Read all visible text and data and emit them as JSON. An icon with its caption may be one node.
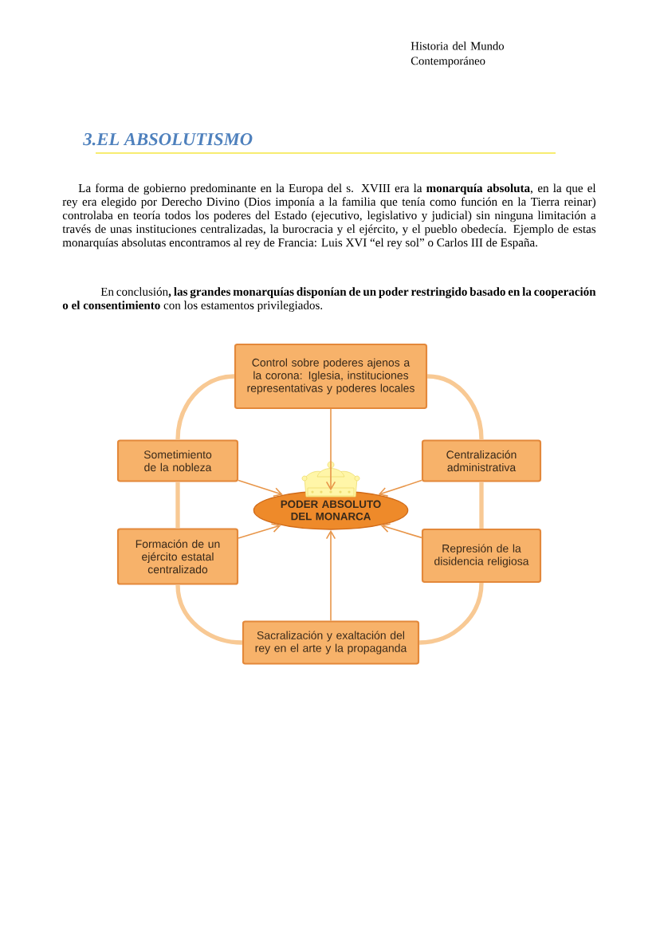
{
  "diagram": {
    "title": "3.EL ABSOLUTISMO",
    "nodes": [
      {
        "text": [
          "Control sobre poderes ajenos a la corona: Iglesia, instituciones representativas y poderes locales"
        ]
      },
      {
        "text": [
          "Sometimiento de la nobleza"
        ]
      },
      {
        "text": [
          "Centralización administrativa"
        ]
      },
      {
        "text": [
          "PODER ABSOLUTO DEL MONARCA"
        ]
      },
      {
        "text": [
          "Formación de un ejército estatal centralizado"
        ]
      },
      {
        "text": [
          "Represión de la disidencia religiosa"
        ]
      },
      {
        "text": [
          "Sacralización y exaltación del rey en el arte y la propaganda"
        ]
      }
    ],
    "edges": [
      {
        "from": 0,
        "to": 3,
        "arrow": "to"
      },
      {
        "from": 1,
        "to": 3,
        "arrow": "to"
      },
      {
        "from": 2,
        "to": 3,
        "arrow": "to"
      },
      {
        "from": 4,
        "to": 3,
        "arrow": "to"
      },
      {
        "from": 5,
        "to": 3,
        "arrow": "to"
      },
      {
        "from": 6,
        "to": 3,
        "arrow": "to"
      },
      {
        "from": 0,
        "to": 1,
        "arrow": "none",
        "style": "thick",
        "color": "#f8c994"
      },
      {
        "from": 1,
        "to": 4,
        "arrow": "none",
        "style": "thick",
        "color": "#f8c994"
      },
      {
        "from": 4,
        "to": 6,
        "arrow": "none",
        "style": "thick",
        "color": "#f8c994"
      },
      {
        "from": 0,
        "to": 2,
        "arrow": "none",
        "style": "thick",
        "color": "#f8c994"
      },
      {
        "from": 2,
        "to": 5,
        "arrow": "none",
        "style": "thick",
        "color": "#f8c994"
      },
      {
        "from": 5,
        "to": 6,
        "arrow": "none",
        "style": "thick",
        "color": "#f8c994"
      }
    ],
    "labels": [
      "Historia del Mundo Contemporáneo",
      "La forma de gobierno predominante en la Europa del s. XVIII era la **monarquía absoluta**, en la que el rey era elegido por Derecho Divino (Dios imponía a la familia que tenía como función en la Tierra reinar) controlaba en teoría todos los poderes del Estado (ejecutivo, legislativo y judicial) sin ninguna limitación a través de unas instituciones centralizadas, la burocracia y el ejército, y el pueblo obedecía. Ejemplo de estas monarquías absolutas encontramos al rey de Francia: Luis XVI “el rey sol” o Carlos III de España.",
      "En conclusión**, las grandes monarquías disponían de un poder restringido basado en la cooperación o el consentimiento** con los estamentos privilegiados."
    ]
  }
}
